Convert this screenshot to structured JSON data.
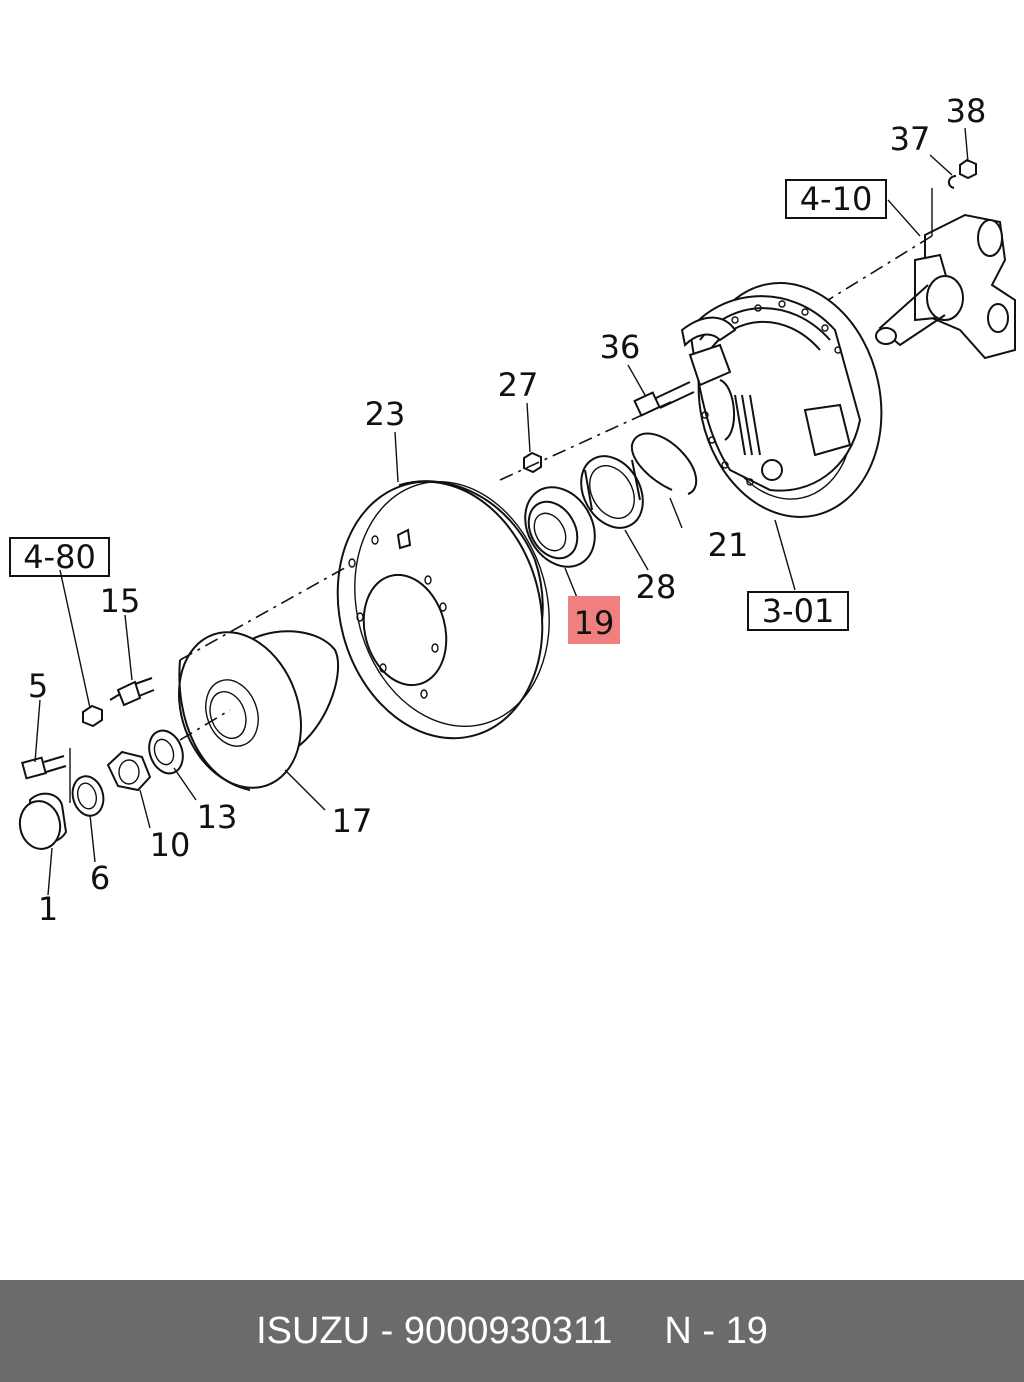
{
  "labels": {
    "c1": "1",
    "c5": "5",
    "c6": "6",
    "c10": "10",
    "c13": "13",
    "c15": "15",
    "c17": "17",
    "c19": "19",
    "c21": "21",
    "c23": "23",
    "c27": "27",
    "c28": "28",
    "c36": "36",
    "c37": "37",
    "c38": "38"
  },
  "refs": {
    "r480": "4-80",
    "r410": "4-10",
    "r301": "3-01"
  },
  "highlight_color": "#f08080",
  "footer": {
    "brand": "ISUZU",
    "sep": " - ",
    "part_number": "9000930311",
    "page_ref": "N - 19"
  }
}
